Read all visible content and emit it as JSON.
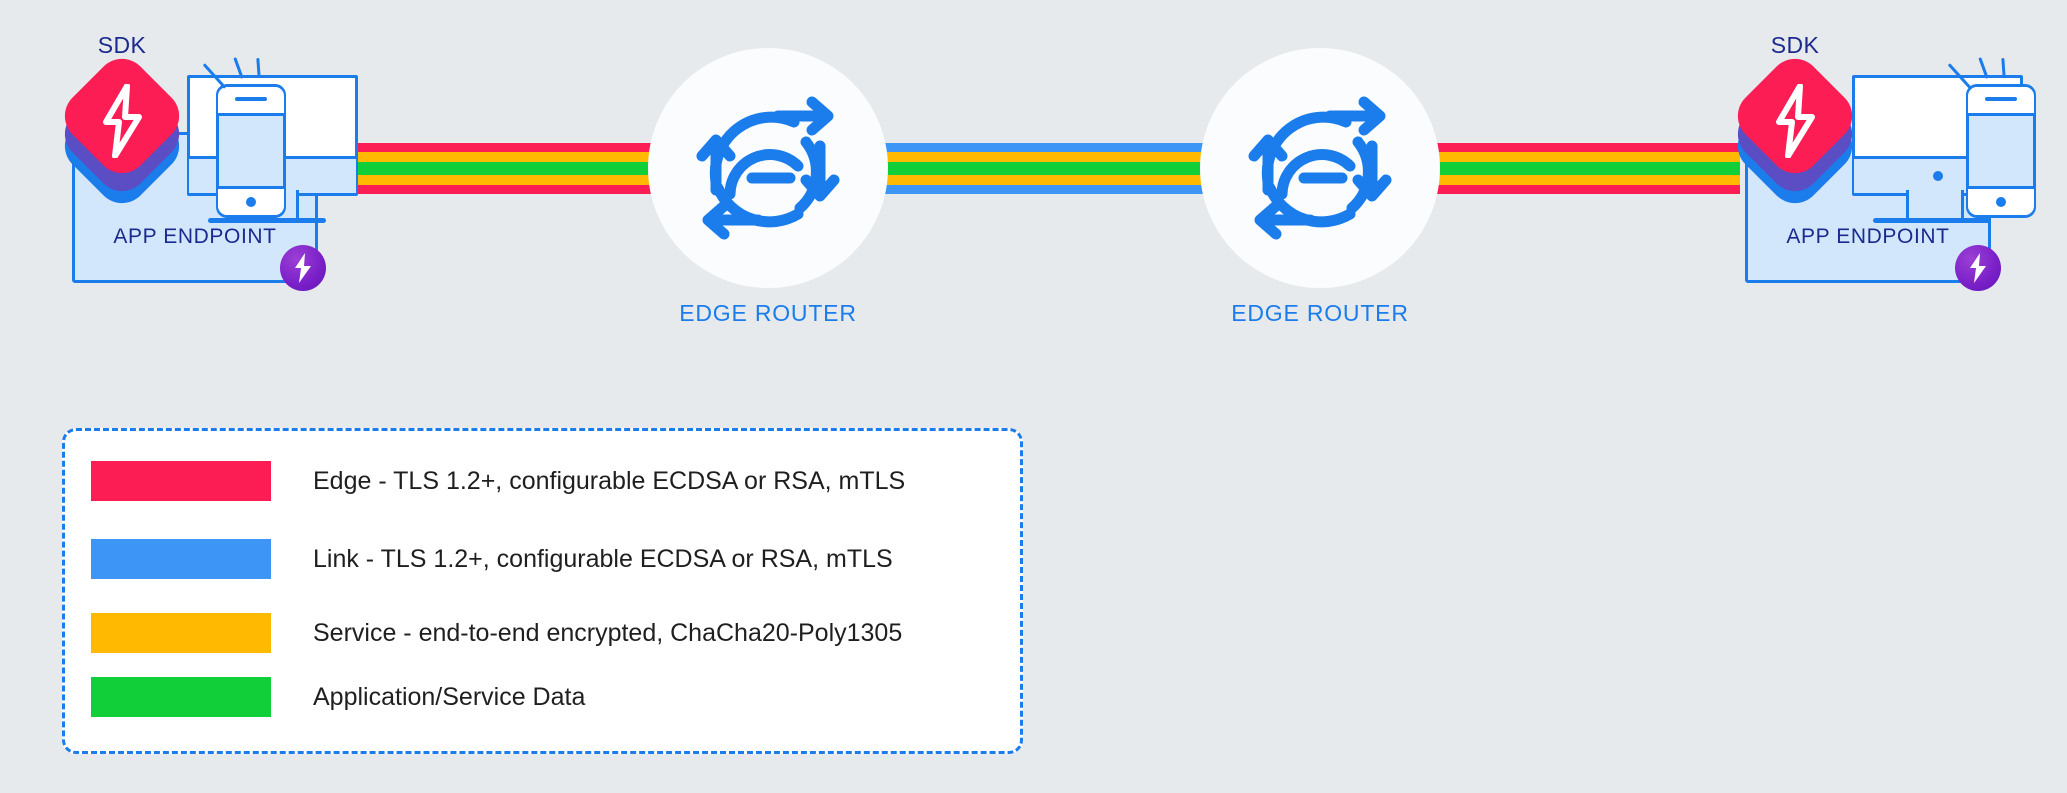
{
  "diagram": {
    "background_color": "#e7eaec",
    "title_present": false
  },
  "endpoints": [
    {
      "id": "left",
      "sdk_label": "SDK",
      "panel_label": "APP ENDPOINT",
      "sdk_icon": "sdk-stack-icon",
      "badge_icon": "ziti-badge-icon",
      "devices": [
        "desktop-monitor-icon",
        "mobile-phone-icon"
      ]
    },
    {
      "id": "right",
      "sdk_label": "SDK",
      "panel_label": "APP ENDPOINT",
      "sdk_icon": "sdk-stack-icon",
      "badge_icon": "ziti-badge-icon",
      "devices": [
        "desktop-monitor-icon",
        "mobile-phone-icon"
      ]
    }
  ],
  "routers": [
    {
      "id": "router-1",
      "label": "EDGE ROUTER",
      "icon": "router-arrows-icon"
    },
    {
      "id": "router-2",
      "label": "EDGE ROUTER",
      "icon": "router-arrows-icon"
    }
  ],
  "band": {
    "segments": [
      {
        "id": "edge-left",
        "stripes": [
          "edge",
          "service",
          "data",
          "service",
          "edge"
        ]
      },
      {
        "id": "link-middle",
        "stripes": [
          "link",
          "service",
          "data",
          "service",
          "link"
        ]
      },
      {
        "id": "edge-right",
        "stripes": [
          "edge",
          "service",
          "data",
          "service",
          "edge"
        ]
      }
    ]
  },
  "colors": {
    "edge": "#fb1d53",
    "link": "#3d96f5",
    "service": "#ffb900",
    "data": "#11cf38",
    "brand_blue": "#1b7ceb",
    "label_navy": "#1b2a8f",
    "panel_fill": "#d2e7fb",
    "background": "#e7eaec"
  },
  "legend": {
    "border_style": "dashed",
    "items": [
      {
        "color": "#fb1d53",
        "label": "Edge - TLS 1.2+, configurable ECDSA or RSA, mTLS"
      },
      {
        "color": "#3d96f5",
        "label": "Link - TLS 1.2+, configurable ECDSA or RSA, mTLS"
      },
      {
        "color": "#ffb900",
        "label": "Service - end-to-end encrypted, ChaCha20-Poly1305"
      },
      {
        "color": "#11cf38",
        "label": "Application/Service Data"
      }
    ]
  }
}
